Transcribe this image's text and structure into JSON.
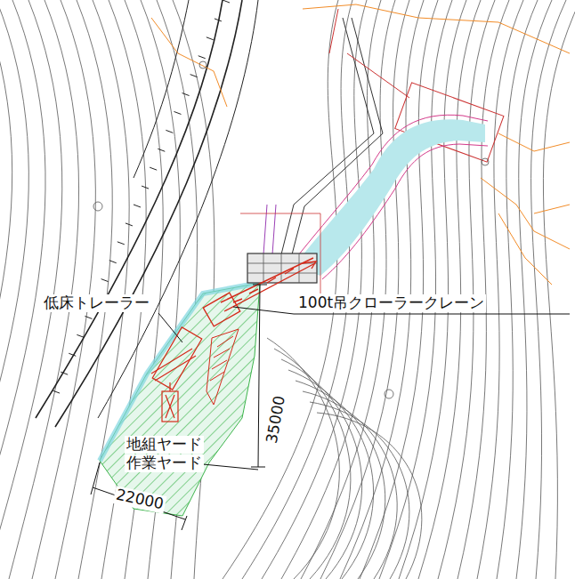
{
  "diagram": {
    "labels": [
      "低床トレーラー",
      "100t吊クローラークレーン",
      "地組ヤード",
      "作業ヤード",
      "35000",
      "22000"
    ]
  }
}
